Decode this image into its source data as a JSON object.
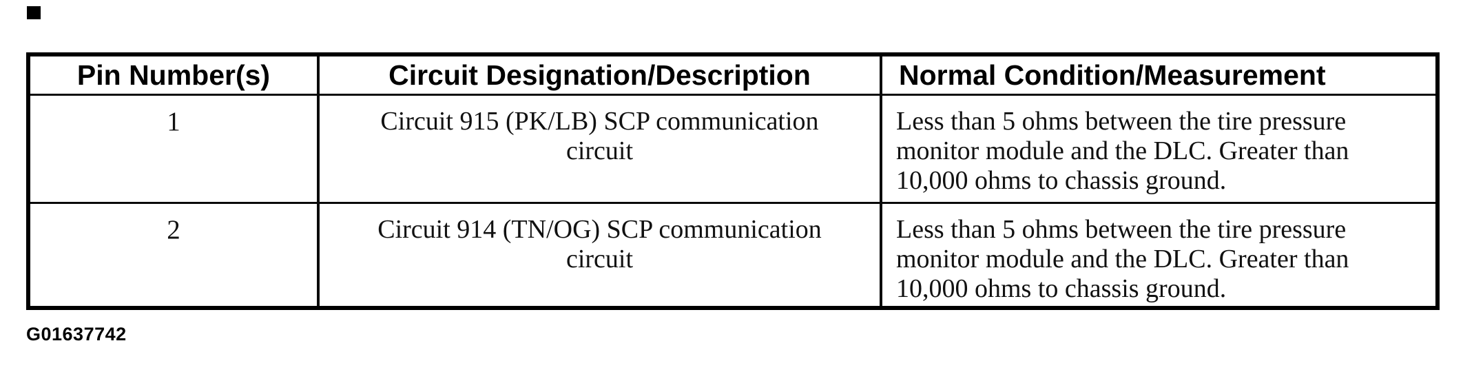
{
  "table": {
    "columns": [
      "Pin Number(s)",
      "Circuit Designation/Description",
      "Normal Condition/Measurement"
    ],
    "rows": [
      {
        "pin": "1",
        "circuit": "Circuit 915 (PK/LB) SCP communication circuit",
        "normal": "Less than 5 ohms between the tire pressure monitor module and the DLC. Greater than 10,000 ohms to chassis ground."
      },
      {
        "pin": "2",
        "circuit": "Circuit 914 (TN/OG) SCP communication circuit",
        "normal": "Less than 5 ohms between the tire pressure monitor module and the DLC. Greater than 10,000 ohms to chassis ground."
      }
    ]
  },
  "figure_id": "G01637742",
  "colors": {
    "ink": "#000000",
    "paper": "#ffffff"
  }
}
